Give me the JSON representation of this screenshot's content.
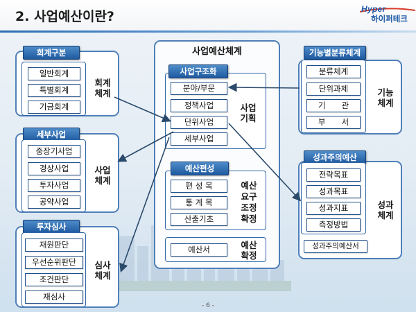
{
  "header": {
    "title": "2. 사업예산이란?",
    "logo_top": "Hyper",
    "logo_bottom": "하이퍼테크"
  },
  "left": {
    "accounting": {
      "header": "회계구분",
      "items": [
        "일반회계",
        "특별회계",
        "기금회계"
      ],
      "label": [
        "회계",
        "체계"
      ]
    },
    "detail_project": {
      "header": "세부사업",
      "items": [
        "중장기사업",
        "경상사업",
        "투자사업",
        "공약사업"
      ],
      "label": [
        "사업",
        "체계"
      ]
    },
    "investment_review": {
      "header": "투자심사",
      "items": [
        "재원판단",
        "우선순위판단",
        "조건판단",
        "재심사"
      ],
      "label": [
        "심사",
        "체계"
      ]
    }
  },
  "center": {
    "title": "사업예산체계",
    "project_structure": {
      "header": "사업구조화",
      "items": [
        "분야/부문",
        "정책사업",
        "단위사업",
        "세부사업"
      ],
      "label": [
        "사업",
        "기획"
      ]
    },
    "budget_compilation": {
      "header": "예산편성",
      "items": [
        "편 성 목",
        "통 계 목",
        "산출기초"
      ],
      "label": [
        "예산",
        "요구",
        "조정",
        "확정"
      ]
    },
    "budget_doc": {
      "item": "예산서",
      "label": [
        "예산",
        "확정"
      ]
    }
  },
  "right": {
    "functional": {
      "header": "기능별분류체계",
      "items": [
        "분류체계",
        "단위과제",
        "기　　관",
        "부　　서"
      ],
      "label": [
        "기능",
        "체계"
      ]
    },
    "performance": {
      "header": "성과주의예산",
      "items": [
        "전략목표",
        "성과목표",
        "성과지표",
        "측정방법",
        "성과주의예산서"
      ],
      "label": [
        "성과",
        "체계"
      ]
    }
  },
  "footer": {
    "page": "- 6 -"
  },
  "colors": {
    "header_blue": "#1f5aa0",
    "border_blue": "#4f7fb8",
    "arrow": "#2a4a6b"
  }
}
